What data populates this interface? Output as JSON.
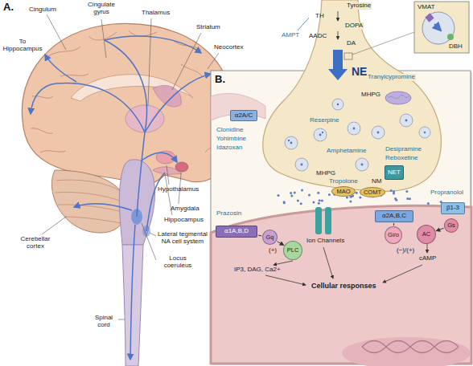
{
  "diagram": {
    "nodes": [
      {
        "text": [
          "α1A,B,D"
        ]
      },
      {
        "text": [
          "Gq"
        ]
      },
      {
        "text": [
          "PLC"
        ]
      },
      {
        "text": [
          "NET"
        ]
      },
      {
        "text": [
          "MAO"
        ]
      },
      {
        "text": [
          "COMT"
        ]
      },
      {
        "text": [
          "Gi/o"
        ]
      },
      {
        "text": [
          "α2A,B,C"
        ]
      },
      {
        "text": [
          "AC"
        ]
      },
      {
        "text": [
          "Gs"
        ]
      },
      {
        "text": [
          "β1-3"
        ]
      },
      {
        "text": [
          "α2A/C"
        ]
      }
    ],
    "edges": [
      {
        "from": 0,
        "to": 1,
        "arrow": "none"
      },
      {
        "from": 1,
        "to": 2,
        "arrow": "to"
      },
      {
        "from": 7,
        "to": 6,
        "arrow": "none"
      },
      {
        "from": 9,
        "to": 8,
        "arrow": "to"
      }
    ],
    "labels": [
      "A.",
      "Cingulum",
      "Cingulate gyrus",
      "Thalamus",
      "Striatum",
      "Neocortex",
      "To Hippocampus",
      "Hypothalamus",
      "Amygdala",
      "Hippocampus",
      "Lateral tegmental NA cell system",
      "Locus coeruleus",
      "Cerebellar cortex",
      "Spinal cord",
      "B.",
      "Tyrosine",
      "TH",
      "DOPA",
      "AMPT",
      "AADC",
      "DA",
      "VMAT",
      "DBH",
      "NE",
      "Tranylcypromine",
      "MHPG",
      "Clonidine",
      "Yohimbine",
      "Idazoxan",
      "Reserpine",
      "Amphetamine",
      "Desipramine",
      "Reboxetine",
      "Propranolol",
      "MHPG",
      "Tropolone",
      "NM",
      "Prazosin",
      "(+)",
      "Ion Channels",
      "(−)/(+)",
      "cAMP",
      "IP3, DAG, Ca2+",
      "Cellular responses"
    ]
  }
}
